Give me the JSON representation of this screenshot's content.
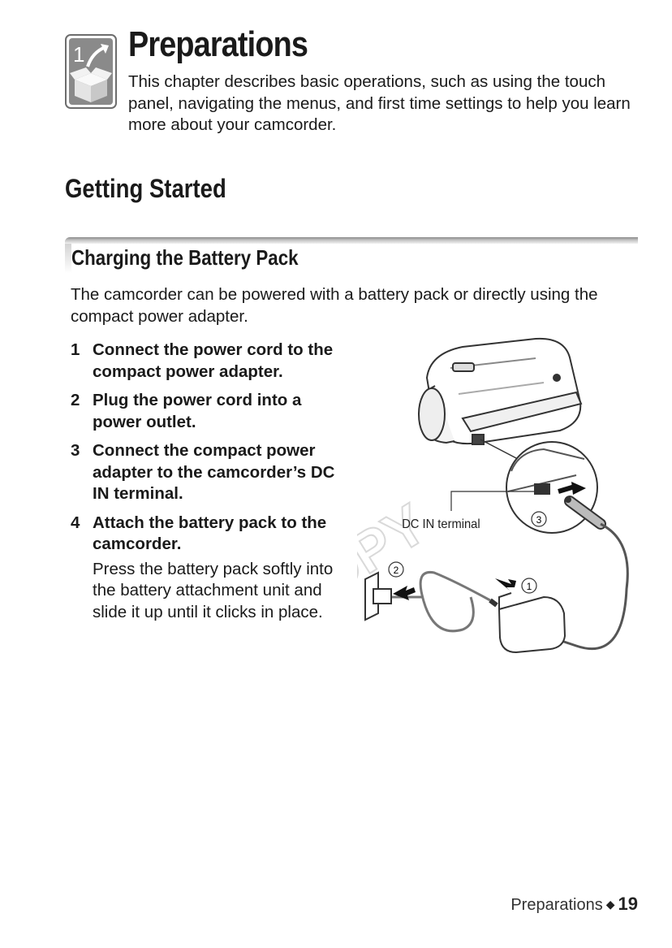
{
  "chapter": {
    "number": "1",
    "title": "Preparations",
    "description": "This chapter describes basic operations, such as using the touch panel, navigating the menus, and first time settings to help you learn more about your camcorder."
  },
  "section": {
    "title": "Getting Started"
  },
  "subsection": {
    "title": "Charging the Battery Pack",
    "intro": "The camcorder can be powered with a battery pack or directly using the compact power adapter."
  },
  "steps": [
    {
      "num": "1",
      "text": "Connect the power cord to the compact power adapter."
    },
    {
      "num": "2",
      "text": "Plug the power cord into a power outlet."
    },
    {
      "num": "3",
      "text": "Connect the compact power adapter to the camcorder’s DC IN terminal."
    },
    {
      "num": "4",
      "text": "Attach the battery pack to the camcorder.",
      "note": "Press the battery pack softly into the battery attachment unit and slide it up until it clicks in place."
    }
  ],
  "illustration": {
    "dc_in_label": "DC IN terminal",
    "callouts": [
      "1",
      "2",
      "3"
    ],
    "watermark": "COPY"
  },
  "footer": {
    "section": "Preparations",
    "page": "19"
  },
  "icons": {
    "chapter": "chapter-box-icon"
  }
}
